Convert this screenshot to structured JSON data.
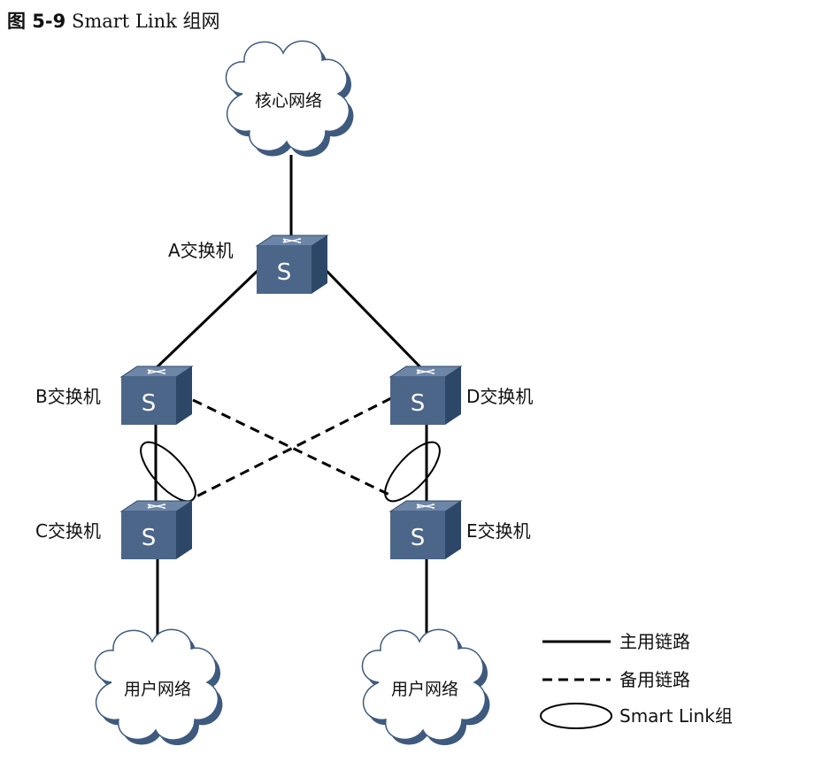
{
  "figure": {
    "number": "图 5-9",
    "title": "Smart Link 组网"
  },
  "nodes": {
    "core_network": "核心网络",
    "switch_a": "A交换机",
    "switch_b": "B交换机",
    "switch_c": "C交换机",
    "switch_d": "D交换机",
    "switch_e": "E交换机",
    "user_network_left": "用户网络",
    "user_network_right": "用户网络",
    "switch_symbol": "S"
  },
  "legend": {
    "primary_link": "主用链路",
    "backup_link": "备用链路",
    "smart_link_group": "Smart Link组"
  },
  "colors": {
    "switch_top": "#6d86a8",
    "switch_front": "#4b6689",
    "switch_side": "#2d4769",
    "cloud_fill": "#ffffff",
    "cloud_shadow": "#3e5a7e",
    "line": "#000000"
  },
  "icons": [
    "switch-icon",
    "cloud-icon"
  ]
}
